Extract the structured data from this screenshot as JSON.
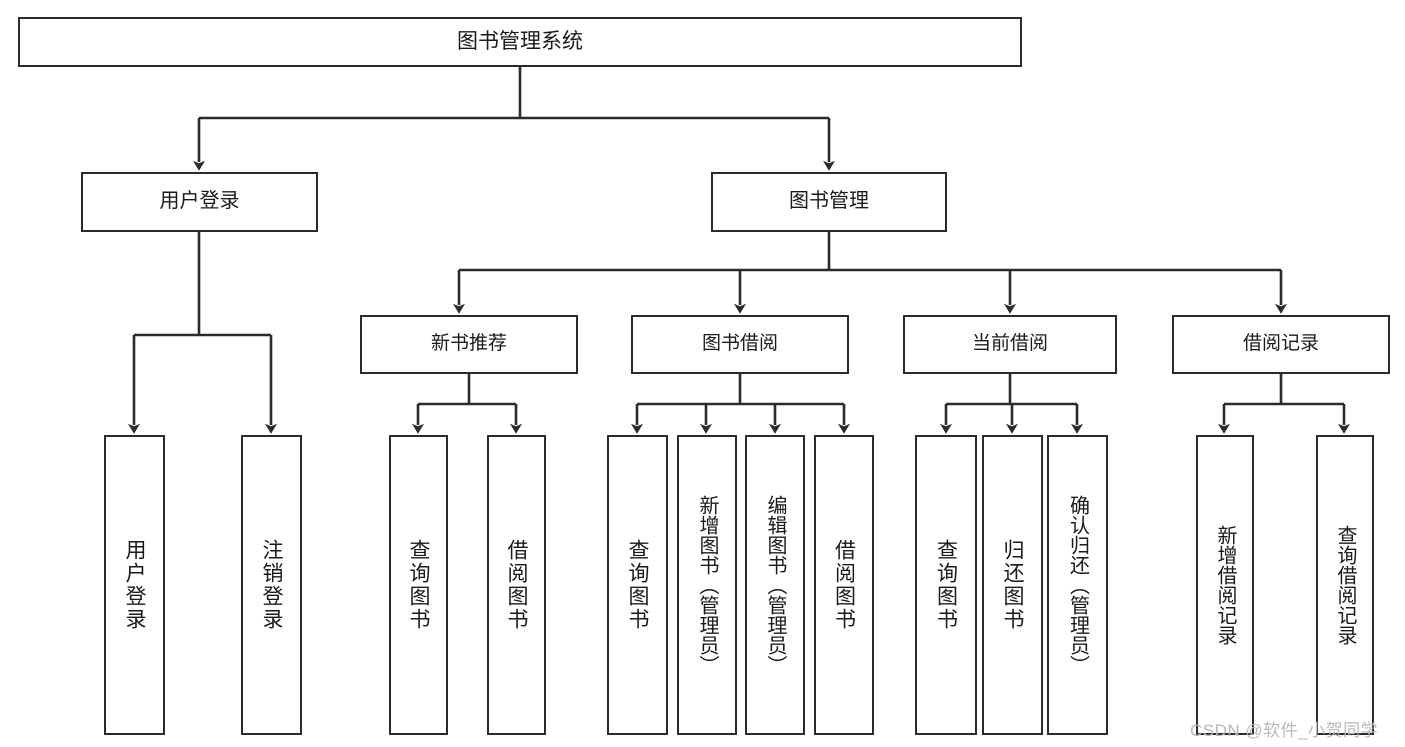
{
  "diagram": {
    "title": "图书管理系统",
    "type": "tree-structure-chart",
    "stroke_color": "#2b2b2b",
    "background_color": "#ffffff",
    "root": {
      "label": "图书管理系统"
    },
    "level1": [
      {
        "label": "用户登录"
      },
      {
        "label": "图书管理"
      }
    ],
    "level2": [
      {
        "label": "新书推荐"
      },
      {
        "label": "图书借阅"
      },
      {
        "label": "当前借阅"
      },
      {
        "label": "借阅记录"
      }
    ],
    "leaves": {
      "user_login": [
        {
          "label": "用户登录"
        },
        {
          "label": "注销登录"
        }
      ],
      "new_book_recommend": [
        {
          "label": "查询图书"
        },
        {
          "label": "借阅图书"
        }
      ],
      "book_borrow": [
        {
          "label": "查询图书"
        },
        {
          "label": "新增图书（管理员）"
        },
        {
          "label": "编辑图书（管理员）"
        },
        {
          "label": "借阅图书"
        }
      ],
      "current_borrow": [
        {
          "label": "查询图书"
        },
        {
          "label": "归还图书"
        },
        {
          "label": "确认归还（管理员）"
        }
      ],
      "borrow_record": [
        {
          "label": "新增借阅记录"
        },
        {
          "label": "查询借阅记录"
        }
      ]
    }
  },
  "watermark": {
    "text": "CSDN @软件_小贺同学",
    "color": "#b9b9b9"
  }
}
